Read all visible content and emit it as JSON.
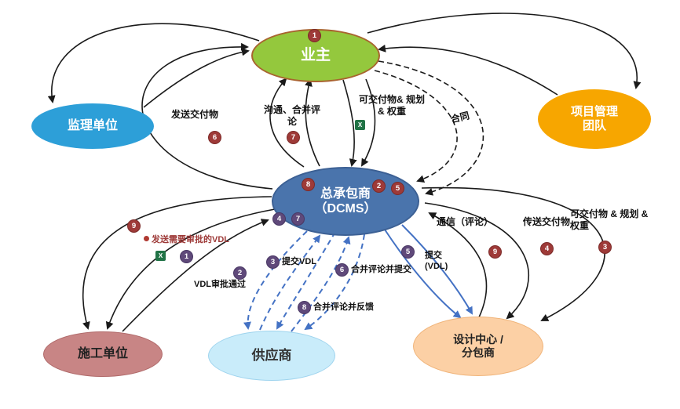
{
  "colors": {
    "owner_fill": "#94c83d",
    "owner_border": "#a8642f",
    "supervisor_fill": "#2d9fd8",
    "pm_fill": "#f7a600",
    "contractor_fill": "#4a74ac",
    "construction_fill": "#c88585",
    "supplier_fill": "#c9ecfa",
    "design_fill": "#fcd0a5",
    "badge_red": "#9e3a38",
    "badge_purple": "#5f497a",
    "arrow_black": "#1a1a1a",
    "arrow_blue": "#4472c4",
    "excel_green": "#217346"
  },
  "nodes": {
    "owner": {
      "label": "业主",
      "badge": "1"
    },
    "supervisor": {
      "label": "监理单位"
    },
    "pm_team": {
      "line1": "项目管理",
      "line2": "团队"
    },
    "contractor": {
      "line1": "总承包商",
      "line2": "（DCMS）",
      "badge8": "8",
      "badge2": "2",
      "badge5": "5",
      "badge4": "4",
      "badge7": "7"
    },
    "construction": {
      "label": "施工单位"
    },
    "supplier": {
      "label": "供应商"
    },
    "design_center": {
      "line1": "设计中心 /",
      "line2": "分包商"
    }
  },
  "labels": {
    "send_deliverables": {
      "text": "发送交付物",
      "badge": "6"
    },
    "comm_merge": {
      "line1": "沟通、合并评",
      "line2": "论",
      "badge": "7"
    },
    "deliv_top": {
      "line1": "可交付物& 规划",
      "line2": "& 权重",
      "icon": "X"
    },
    "contract": {
      "text": "合同"
    },
    "comm_comments": {
      "text": "通信（评论）",
      "badge": "9"
    },
    "transfer_deliverables": {
      "text": "传送交付物",
      "badge": "4"
    },
    "deliv_right": {
      "line1": "可交付物 & 规划 &",
      "line2": "权重",
      "badge": "3"
    },
    "left_loop": {
      "badge": "9"
    },
    "send_vdl": {
      "text": "发送需要审批的VDL",
      "badge": "1",
      "icon": "X"
    },
    "vdl_approved": {
      "text": "VDL审批通过",
      "badge": "2"
    },
    "submit_vdl": {
      "text": "提交VDL",
      "badge": "3"
    },
    "merge_submit": {
      "text": "合并评论并提交",
      "badge": "6"
    },
    "submit_vdl_design": {
      "line1": "提交",
      "line2": "(VDL)",
      "badge": "5"
    },
    "merge_feedback": {
      "text": "合并评论并反馈",
      "badge": "8"
    }
  }
}
